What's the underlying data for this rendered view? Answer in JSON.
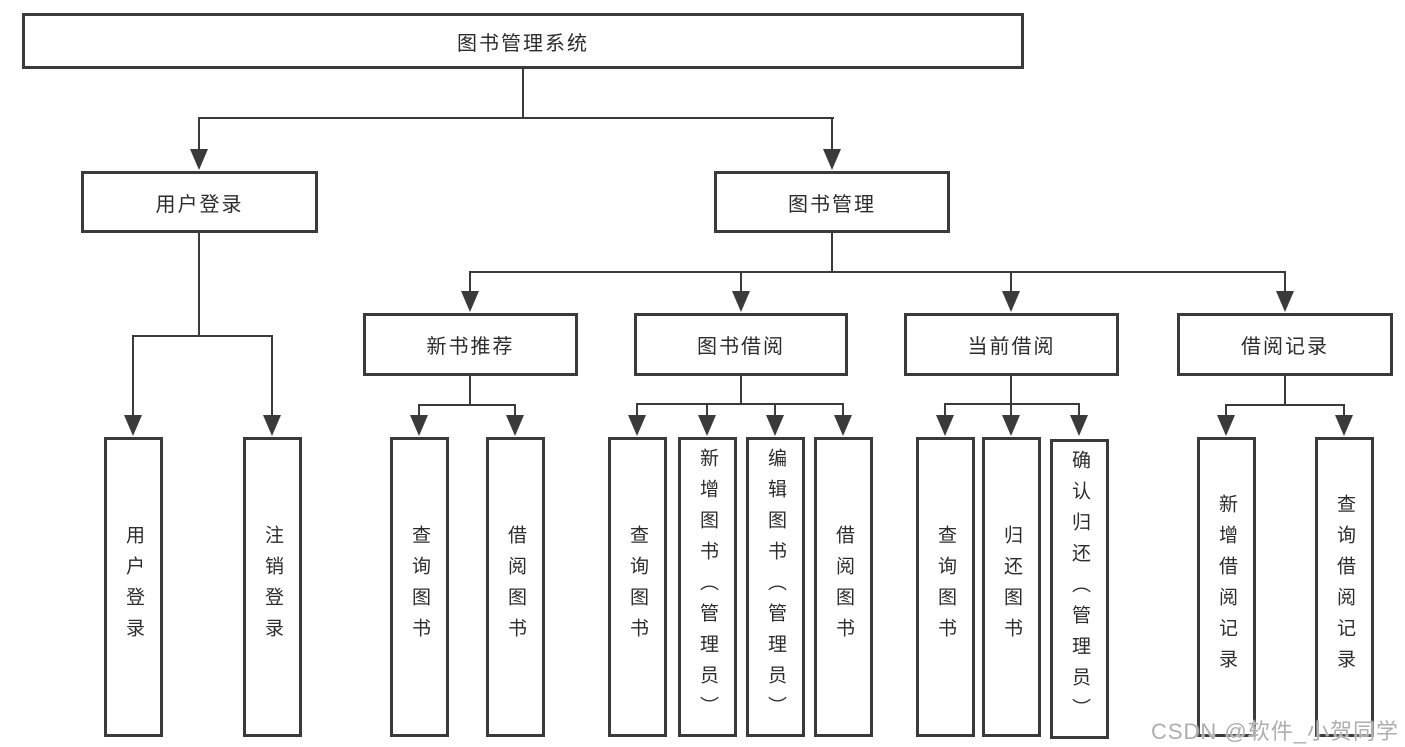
{
  "diagram": {
    "root": {
      "label": "图书管理系统"
    },
    "level2": [
      {
        "label": "用户登录",
        "children": [
          {
            "label": "用户登录"
          },
          {
            "label": "注销登录"
          }
        ]
      },
      {
        "label": "图书管理",
        "modules": [
          {
            "label": "新书推荐",
            "children": [
              {
                "label": "查询图书"
              },
              {
                "label": "借阅图书"
              }
            ]
          },
          {
            "label": "图书借阅",
            "children": [
              {
                "label": "查询图书"
              },
              {
                "label": "新增图书（管理员）"
              },
              {
                "label": "编辑图书（管理员）"
              },
              {
                "label": "借阅图书"
              }
            ]
          },
          {
            "label": "当前借阅",
            "children": [
              {
                "label": "查询图书"
              },
              {
                "label": "归还图书"
              },
              {
                "label": "确认归还（管理员）"
              }
            ]
          },
          {
            "label": "借阅记录",
            "children": [
              {
                "label": "新增借阅记录"
              },
              {
                "label": "查询借阅记录"
              }
            ]
          }
        ]
      }
    ]
  },
  "watermark": "CSDN @软件_小贺同学"
}
